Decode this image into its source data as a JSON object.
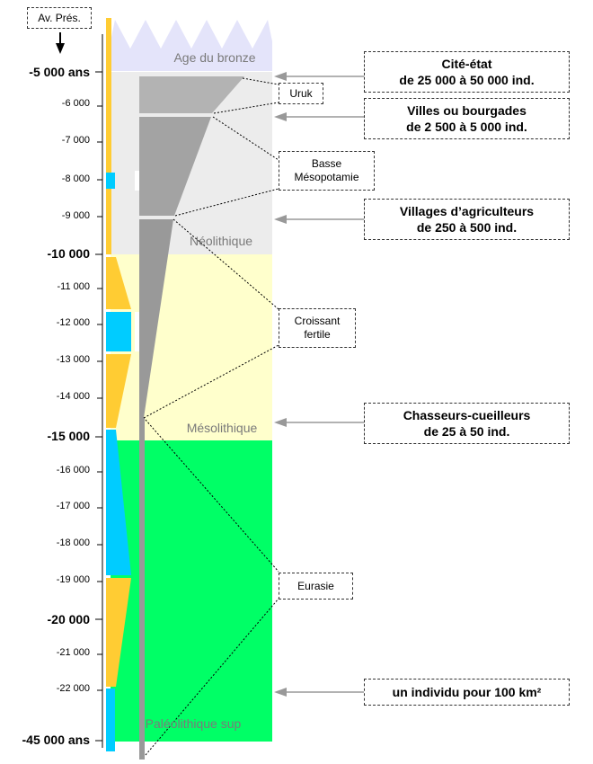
{
  "present_label": "Av. Prés.",
  "axis": {
    "ticks": [
      {
        "label": "-5 000 ans",
        "major": true
      },
      {
        "label": "-6 000",
        "major": false
      },
      {
        "label": "-7 000",
        "major": false
      },
      {
        "label": "-8 000",
        "major": false
      },
      {
        "label": "-9 000",
        "major": false
      },
      {
        "label": "-10 000",
        "major": true
      },
      {
        "label": "-11 000",
        "major": false
      },
      {
        "label": "-12 000",
        "major": false
      },
      {
        "label": "-13 000",
        "major": false
      },
      {
        "label": "-14 000",
        "major": false
      },
      {
        "label": "-15 000",
        "major": true
      },
      {
        "label": "-16 000",
        "major": false
      },
      {
        "label": "-17 000",
        "major": false
      },
      {
        "label": "-18 000",
        "major": false
      },
      {
        "label": "-19 000",
        "major": false
      },
      {
        "label": "-20 000",
        "major": true
      },
      {
        "label": "-21 000",
        "major": false
      },
      {
        "label": "-22 000",
        "major": false
      },
      {
        "label": "-45 000 ans",
        "major": true
      }
    ]
  },
  "periods": {
    "bronze": "Age du bronze",
    "neolithique": "Néolithique",
    "mesolithique": "Mésolithique",
    "paleolithique": "Paléolithique sup"
  },
  "regions": {
    "uruk": "Uruk",
    "basse_mesopotamie_1": "Basse",
    "basse_mesopotamie_2": "Mésopotamie",
    "croissant_1": "Croissant",
    "croissant_2": "fertile",
    "eurasie": "Eurasie"
  },
  "populations": [
    {
      "line1": "Cité-état",
      "line2": "de 25 000 à 50 000 ind."
    },
    {
      "line1": "Villes ou bourgades",
      "line2": "de 2 500 à 5 000 ind."
    },
    {
      "line1": "Villages d’agriculteurs",
      "line2": "de 250 à 500 ind."
    },
    {
      "line1": "Chasseurs-cueilleurs",
      "line2": "de 25 à 50 ind."
    },
    {
      "line1": "un individu pour 100 km²",
      "line2": ""
    }
  ],
  "colors": {
    "bronze": "#e4e4fa",
    "neolithique": "#ececec",
    "mesolithique": "#ffffcc",
    "paleolithique": "#00ff66",
    "climate_warm": "#ffcc33",
    "climate_cold": "#00ccff",
    "population_bar": "#999999",
    "population_wedge": "#b3b3b3",
    "arrow": "#999999"
  }
}
